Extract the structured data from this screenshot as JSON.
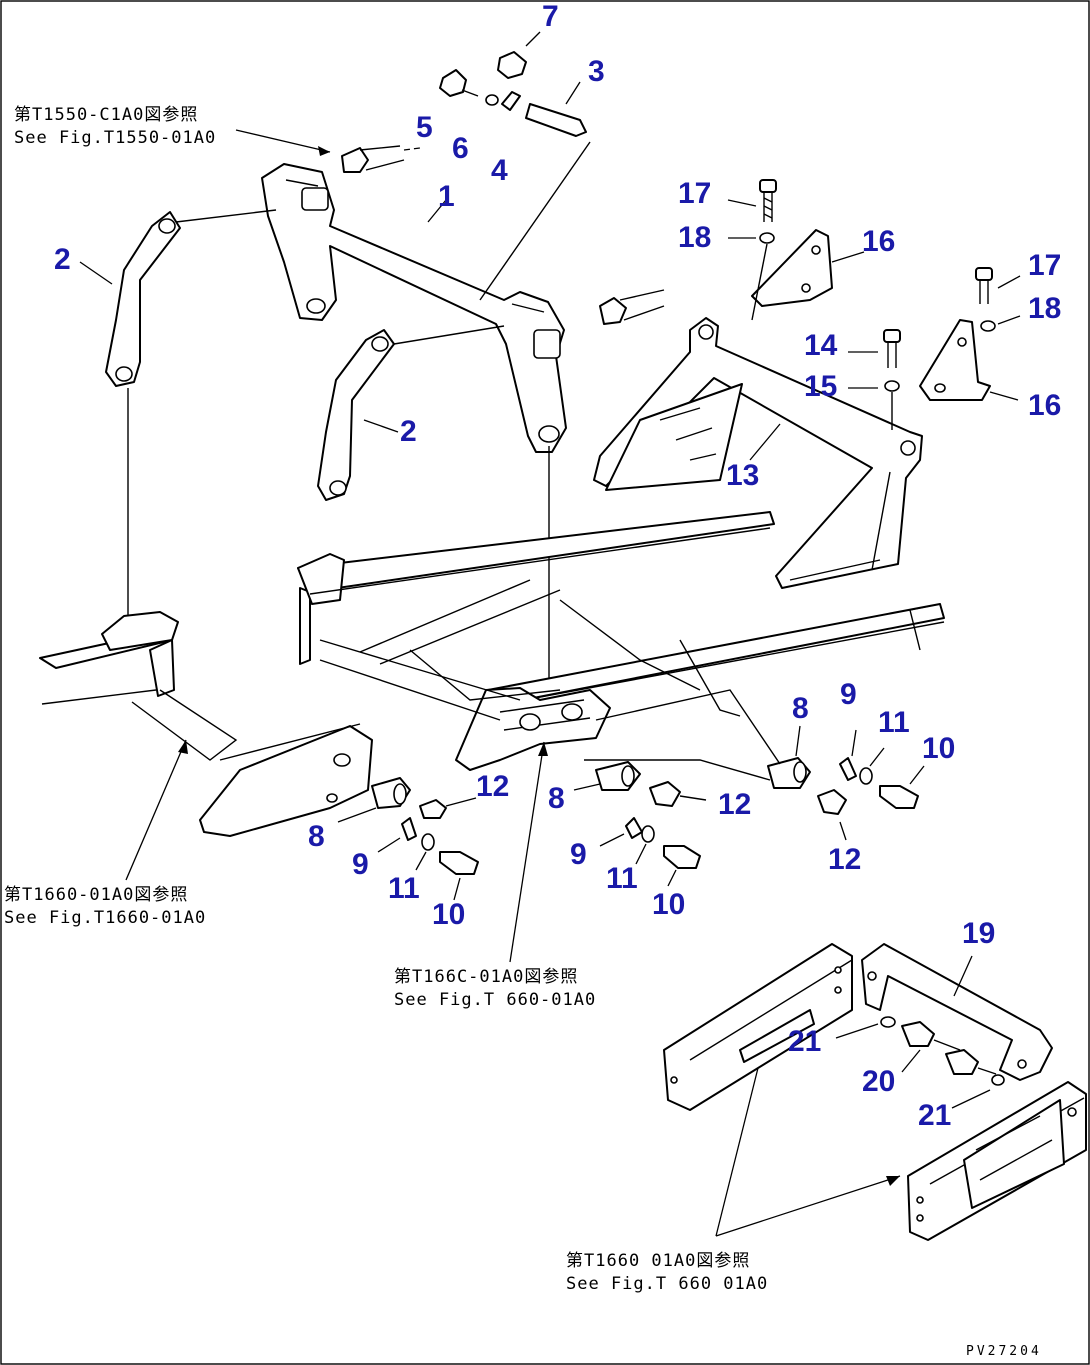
{
  "diagram": {
    "code": "PV27204",
    "notes": {
      "ref_top": {
        "line1": "第T1550-C1A0図参照",
        "line2": "See Fig.T1550-01A0"
      },
      "ref_left": {
        "line1": "第T1660-01A0図参照",
        "line2": "See Fig.T1660-01A0"
      },
      "ref_center": {
        "line1": "第T166C-01A0図参照",
        "line2": "See Fig.T 660-01A0"
      },
      "ref_bottom": {
        "line1": "第T1660 01A0図参照",
        "line2": "See Fig.T 660 01A0"
      }
    },
    "callouts": {
      "c7": "7",
      "c3": "3",
      "c5": "5",
      "c6": "6",
      "c4": "4",
      "c1": "1",
      "c2a": "2",
      "c2b": "2",
      "c17a": "17",
      "c18a": "18",
      "c16a": "16",
      "c17b": "17",
      "c18b": "18",
      "c16b": "16",
      "c14": "14",
      "c15": "15",
      "c13": "13",
      "c8a": "8",
      "c9a": "9",
      "c11a": "11",
      "c10a": "10",
      "c12a": "12",
      "c12b": "12",
      "c8b": "8",
      "c9b": "9",
      "c11b": "11",
      "c10b": "10",
      "c8c": "8",
      "c9c": "9",
      "c11c": "11",
      "c10c": "10",
      "c12c": "12",
      "c19": "19",
      "c21a": "21",
      "c20": "20",
      "c21b": "21"
    }
  }
}
